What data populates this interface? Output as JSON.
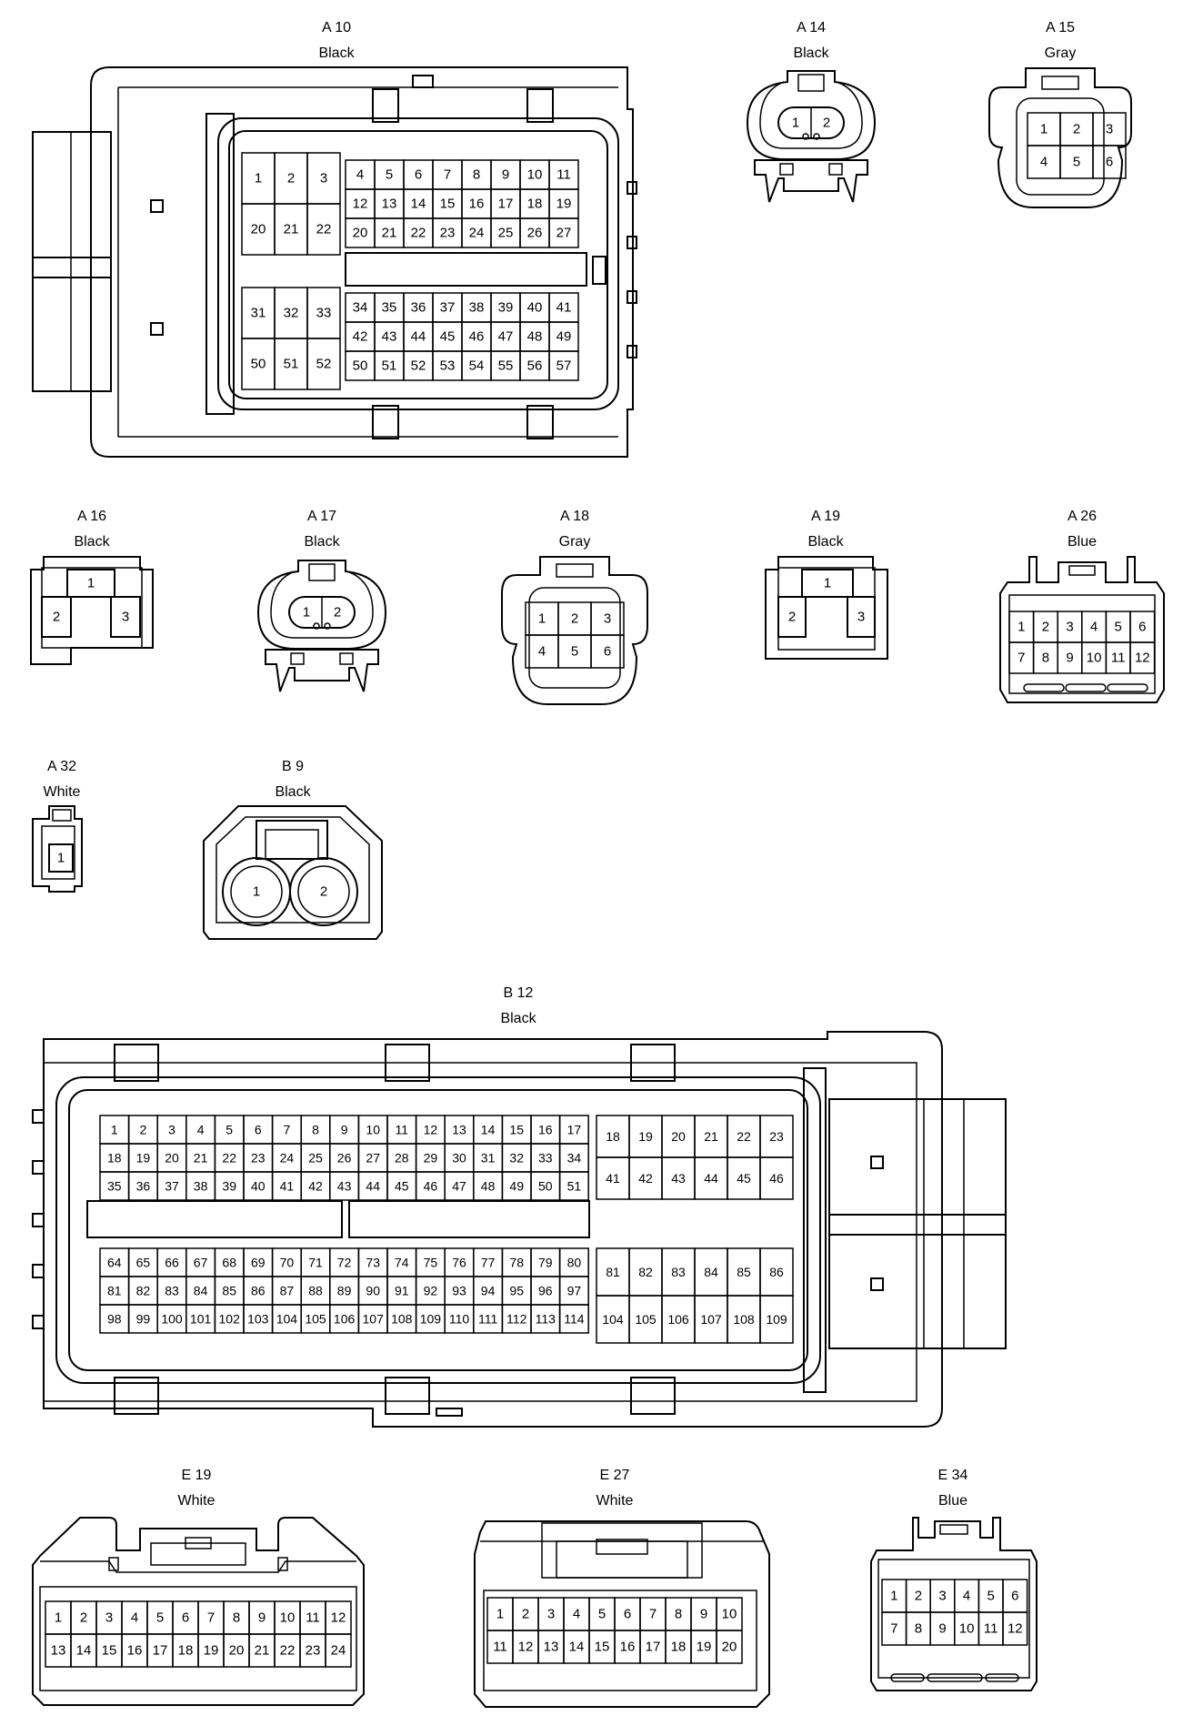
{
  "connectors": [
    {
      "id": "A10",
      "code": "A 10",
      "color": "Black",
      "pins": 60
    },
    {
      "id": "A14",
      "code": "A 14",
      "color": "Black",
      "pins": 2
    },
    {
      "id": "A15",
      "code": "A 15",
      "color": "Gray",
      "pins": 6
    },
    {
      "id": "A16",
      "code": "A 16",
      "color": "Black",
      "pins": 3
    },
    {
      "id": "A17",
      "code": "A 17",
      "color": "Black",
      "pins": 2
    },
    {
      "id": "A18",
      "code": "A 18",
      "color": "Gray",
      "pins": 6
    },
    {
      "id": "A19",
      "code": "A 19",
      "color": "Black",
      "pins": 3
    },
    {
      "id": "A26",
      "code": "A 26",
      "color": "Blue",
      "pins": 12
    },
    {
      "id": "A32",
      "code": "A 32",
      "color": "White",
      "pins": 1
    },
    {
      "id": "B9",
      "code": "B 9",
      "color": "Black",
      "pins": 2
    },
    {
      "id": "B12",
      "code": "B 12",
      "color": "Black",
      "pins": 126
    },
    {
      "id": "E19",
      "code": "E 19",
      "color": "White",
      "pins": 24
    },
    {
      "id": "E27",
      "code": "E 27",
      "color": "White",
      "pins": 20
    },
    {
      "id": "E34",
      "code": "E 34",
      "color": "Blue",
      "pins": 12
    }
  ]
}
